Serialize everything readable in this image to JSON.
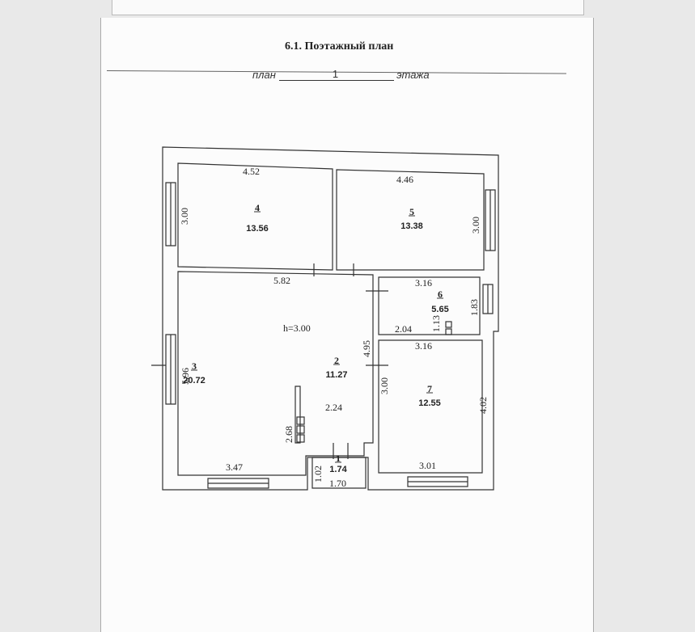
{
  "document": {
    "title": "6.1. Поэтажный план",
    "floor_prefix": "план",
    "floor_number": "1",
    "floor_suffix": "этажа"
  },
  "plan": {
    "height_note": "h=3.00",
    "rooms": [
      {
        "number": "1",
        "area": "1.74"
      },
      {
        "number": "2",
        "area": "11.27"
      },
      {
        "number": "3",
        "area": "20.72"
      },
      {
        "number": "4",
        "area": "13.56"
      },
      {
        "number": "5",
        "area": "13.38"
      },
      {
        "number": "6",
        "area": "5.65"
      },
      {
        "number": "7",
        "area": "12.55"
      }
    ],
    "dimensions": {
      "d452": "4.52",
      "d446": "4.46",
      "d300_r4": "3.00",
      "d300_r5": "3.00",
      "d582": "5.82",
      "d316_a": "3.16",
      "d183": "1.83",
      "d113": "1.13",
      "d204": "2.04",
      "d495": "4.95",
      "d316_b": "3.16",
      "d300_r7": "3.00",
      "d402": "4.02",
      "d596": "5.96",
      "d224": "2.24",
      "d268": "2.68",
      "d347": "3.47",
      "d301": "3.01",
      "d102": "1.02",
      "d170": "1.70"
    }
  }
}
